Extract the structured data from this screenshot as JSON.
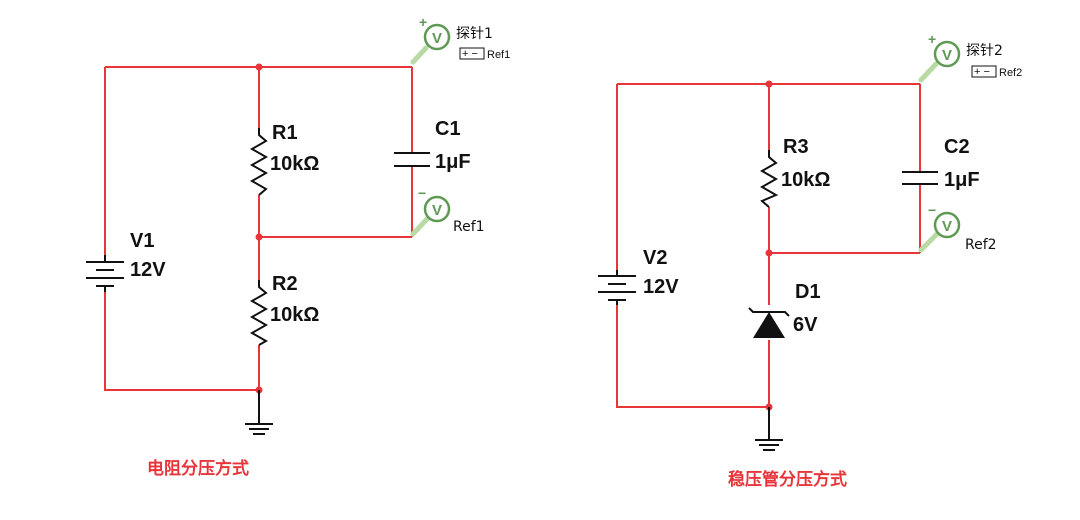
{
  "circuit1": {
    "caption": "电阻分压方式",
    "v1": {
      "name": "V1",
      "value": "12V"
    },
    "r1": {
      "name": "R1",
      "value": "10kΩ"
    },
    "r2": {
      "name": "R2",
      "value": "10kΩ"
    },
    "c1": {
      "name": "C1",
      "value": "1μF"
    },
    "probe1": {
      "name": "探针1",
      "ref_box": "+ −",
      "ref_top": "Ref1",
      "symbol": "V",
      "plus": "+"
    },
    "probe1_ref": {
      "symbol": "V",
      "minus": "−",
      "ref": "Ref1"
    }
  },
  "circuit2": {
    "caption": "稳压管分压方式",
    "v2": {
      "name": "V2",
      "value": "12V"
    },
    "r3": {
      "name": "R3",
      "value": "10kΩ"
    },
    "c2": {
      "name": "C2",
      "value": "1μF"
    },
    "d1": {
      "name": "D1",
      "value": "6V"
    },
    "probe2": {
      "name": "探针2",
      "ref_box": "+ −",
      "ref_top": "Ref2",
      "symbol": "V",
      "plus": "+"
    },
    "probe2_ref": {
      "symbol": "V",
      "minus": "−",
      "ref": "Ref2"
    }
  },
  "colors": {
    "wire": "#e8353a",
    "probe": "#5f9a55",
    "probe_lead": "#b8dba6",
    "caption": "#e8353a"
  }
}
